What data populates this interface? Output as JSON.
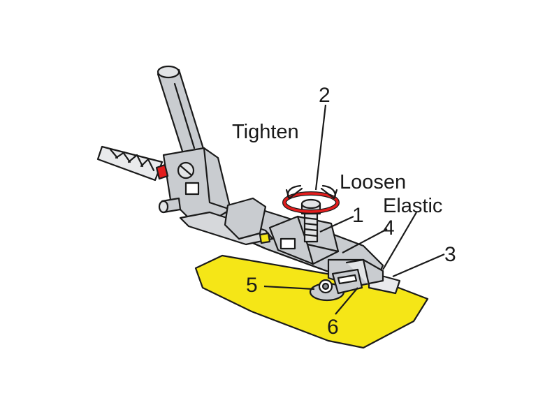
{
  "labels": {
    "tighten": "Tighten",
    "loosen": "Loosen",
    "elastic": "Elastic",
    "n1": "1",
    "n2": "2",
    "n3": "3",
    "n4": "4",
    "n5": "5",
    "n6": "6"
  },
  "colors": {
    "fabric": "#f5e617",
    "metal": "#c9ccd0",
    "metal_dark": "#8f9398",
    "accent_red": "#e21d1d",
    "ink": "#1a1a1a"
  }
}
